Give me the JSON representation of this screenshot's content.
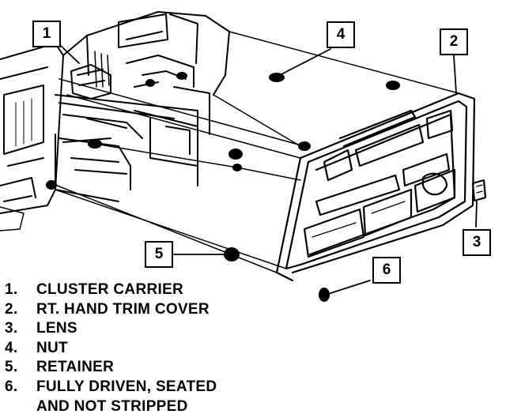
{
  "callouts": [
    {
      "number": "1"
    },
    {
      "number": "2"
    },
    {
      "number": "3"
    },
    {
      "number": "4"
    },
    {
      "number": "5"
    },
    {
      "number": "6"
    }
  ],
  "legend": [
    {
      "number": "1.",
      "text": "CLUSTER CARRIER"
    },
    {
      "number": "2.",
      "text": "RT. HAND TRIM COVER"
    },
    {
      "number": "3.",
      "text": "LENS"
    },
    {
      "number": "4.",
      "text": "NUT"
    },
    {
      "number": "5.",
      "text": "RETAINER"
    },
    {
      "number": "6.",
      "text": "FULLY DRIVEN, SEATED\nAND NOT STRIPPED"
    }
  ]
}
